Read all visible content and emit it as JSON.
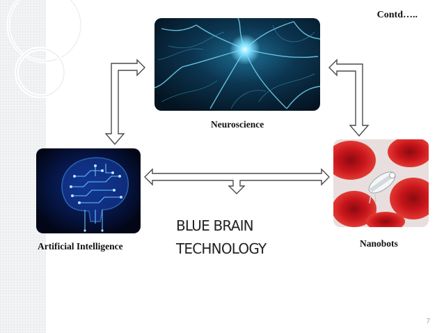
{
  "header": {
    "continued": "Contd….."
  },
  "nodes": {
    "neuroscience": {
      "label": "Neuroscience"
    },
    "artificial_intelligence": {
      "label": "Artificial Intelligence"
    },
    "nanobots": {
      "label": "Nanobots"
    }
  },
  "center": {
    "line1": "BLUE BRAIN",
    "line2": "TECHNOLOGY"
  },
  "footer": {
    "page_number": "7"
  },
  "colors": {
    "arrow_stroke": "#4a4a4a",
    "neuron_glow": "#5fd0ff",
    "brain_blue": "#2f7bff",
    "blood_red": "#c8151b"
  },
  "icons": [
    "neuron-image",
    "circuit-brain-image",
    "nanobot-blood-cells-image"
  ]
}
